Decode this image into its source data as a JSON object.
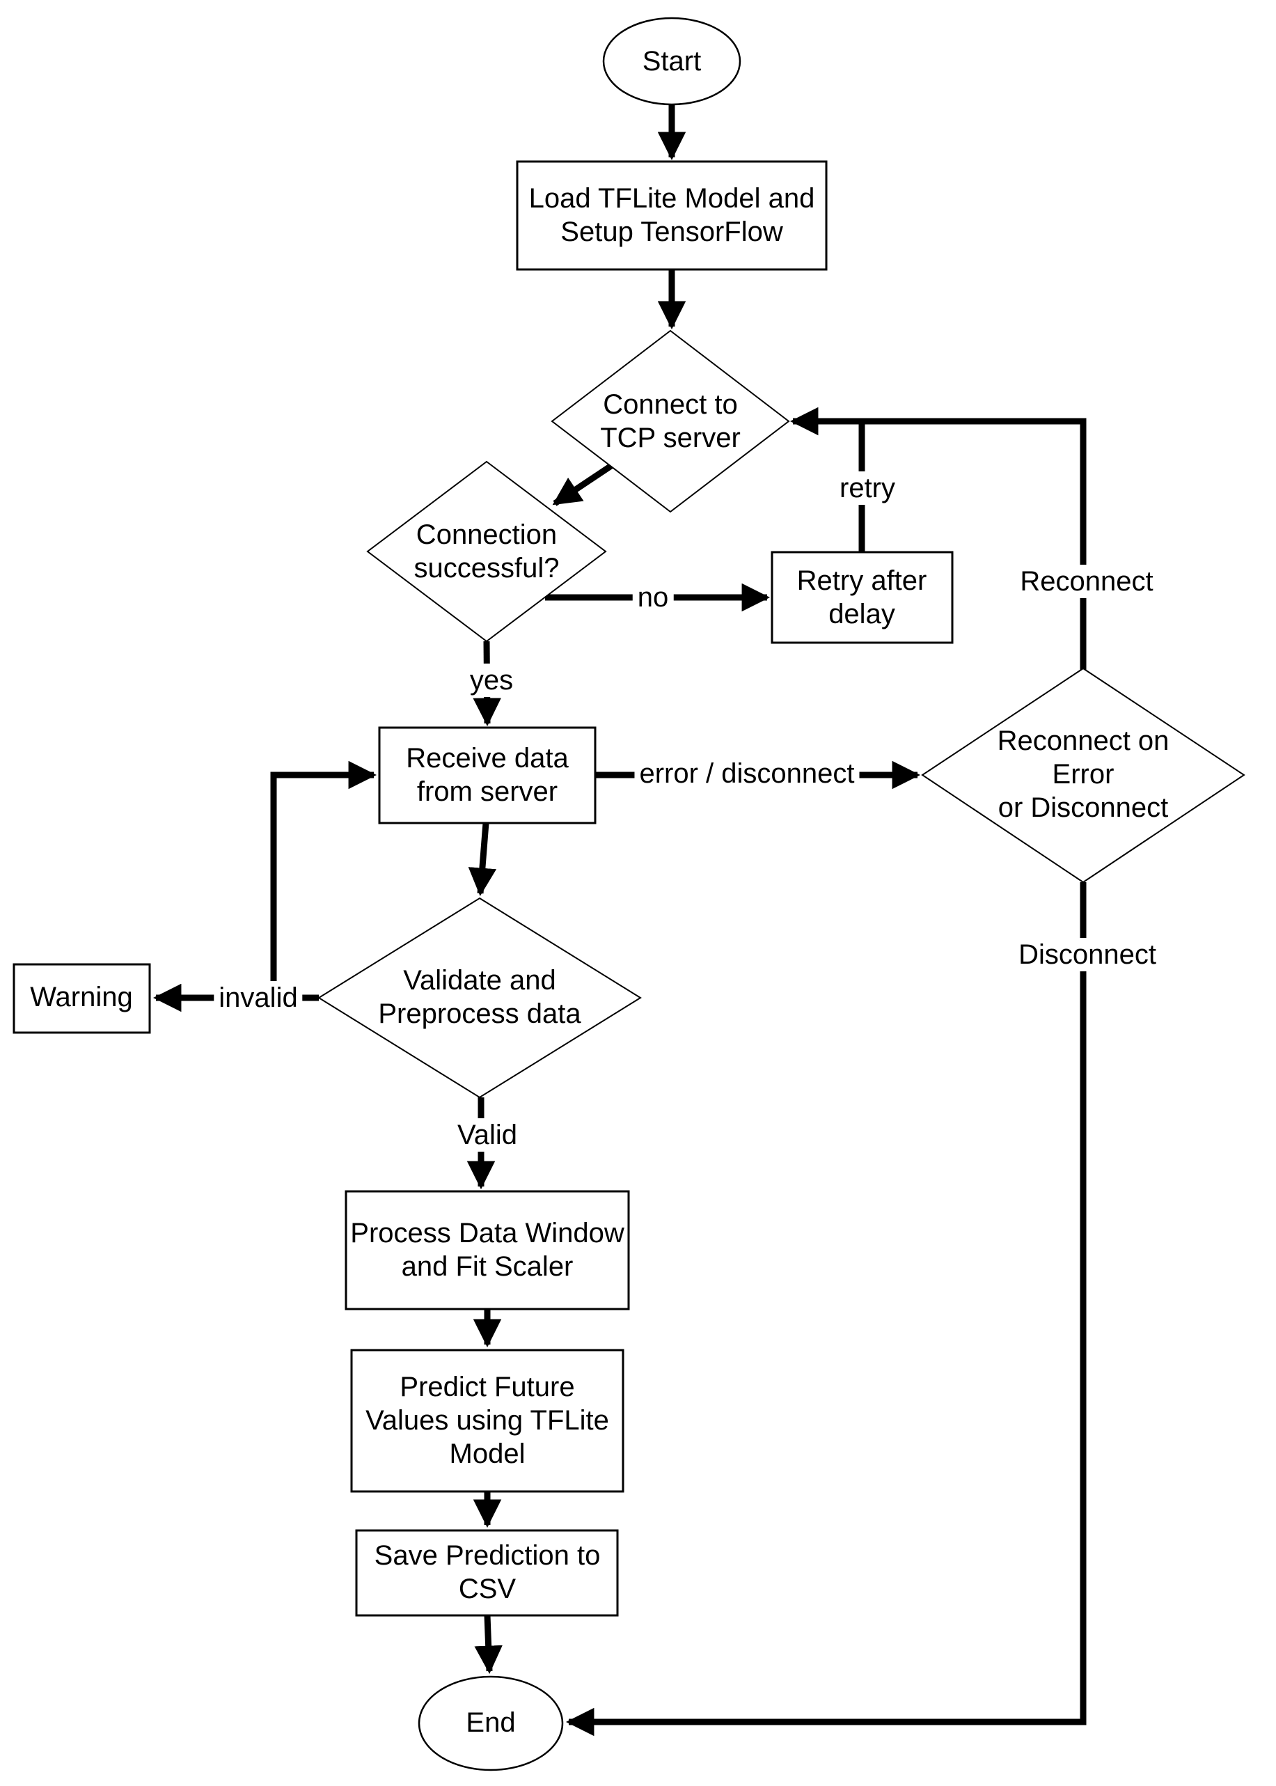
{
  "diagram": {
    "background_color": "#ffffff",
    "line_color": "#000000",
    "nodes": [
      {
        "id": "start",
        "shape": "terminator",
        "label": "Start"
      },
      {
        "id": "load-model",
        "shape": "process",
        "label": "Load TFLite Model and\nSetup TensorFlow"
      },
      {
        "id": "connect-tcp",
        "shape": "decision",
        "label": "Connect to\nTCP server"
      },
      {
        "id": "connection-successful",
        "shape": "decision",
        "label": "Connection\nsuccessful?"
      },
      {
        "id": "retry-after-delay",
        "shape": "process",
        "label": "Retry after\ndelay"
      },
      {
        "id": "receive-data",
        "shape": "process",
        "label": "Receive data\nfrom server"
      },
      {
        "id": "reconnect-on-error",
        "shape": "decision",
        "label": "Reconnect on Error\nor Disconnect"
      },
      {
        "id": "validate-preprocess",
        "shape": "decision",
        "label": "Validate and\nPreprocess data"
      },
      {
        "id": "warning",
        "shape": "process",
        "label": "Warning"
      },
      {
        "id": "process-data-window",
        "shape": "process",
        "label": "Process Data Window\nand Fit Scaler"
      },
      {
        "id": "predict-future-values",
        "shape": "process",
        "label": "Predict Future\nValues using TFLite\nModel"
      },
      {
        "id": "save-prediction",
        "shape": "process",
        "label": "Save Prediction to\nCSV"
      },
      {
        "id": "end",
        "shape": "terminator",
        "label": "End"
      }
    ],
    "edge_labels": [
      {
        "id": "retry",
        "label": "retry"
      },
      {
        "id": "reconnect",
        "label": "Reconnect"
      },
      {
        "id": "no",
        "label": "no"
      },
      {
        "id": "yes",
        "label": "yes"
      },
      {
        "id": "error-disconnect",
        "label": "error / disconnect"
      },
      {
        "id": "disconnect",
        "label": "Disconnect"
      },
      {
        "id": "invalid",
        "label": "invalid"
      },
      {
        "id": "valid",
        "label": "Valid"
      }
    ]
  }
}
